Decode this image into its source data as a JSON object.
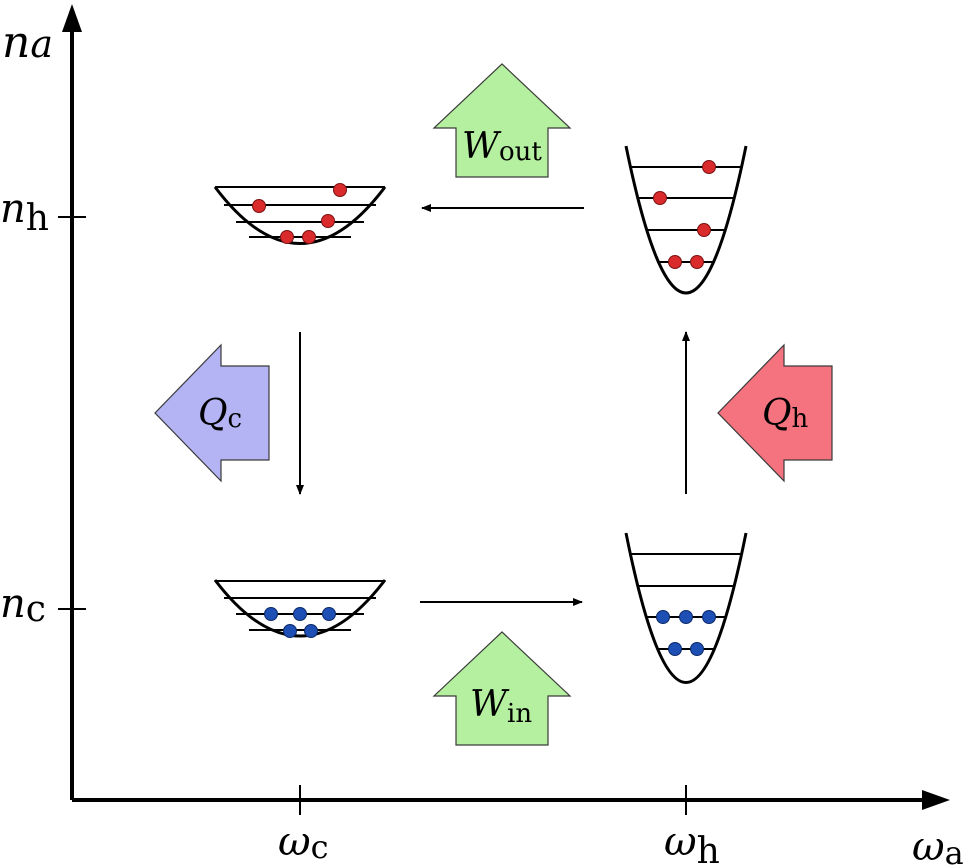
{
  "axes": {
    "x_label": {
      "main": "ω",
      "sub": "a"
    },
    "y_label": {
      "main": "n",
      "sub": "a"
    },
    "x_ticks": [
      {
        "main": "ω",
        "sub": "c"
      },
      {
        "main": "ω",
        "sub": "h"
      }
    ],
    "y_ticks": [
      {
        "main": "n",
        "sub": "h"
      },
      {
        "main": "n",
        "sub": "c"
      }
    ]
  },
  "flows": {
    "work_out": {
      "main": "W",
      "sub": "out",
      "color": "#b4f0a0"
    },
    "work_in": {
      "main": "W",
      "sub": "in",
      "color": "#b4f0a0"
    },
    "heat_cold": {
      "main": "Q",
      "sub": "c",
      "color": "#b4b4f5"
    },
    "heat_hot": {
      "main": "Q",
      "sub": "h",
      "color": "#f5737f"
    }
  },
  "particle_colors": {
    "hot": "#d92b2b",
    "cold": "#1e4fb5"
  },
  "states": [
    {
      "name": "top-left",
      "particles": "hot",
      "count": 5
    },
    {
      "name": "top-right",
      "particles": "hot",
      "count": 5
    },
    {
      "name": "bottom-left",
      "particles": "cold",
      "count": 5
    },
    {
      "name": "bottom-right",
      "particles": "cold",
      "count": 5
    }
  ]
}
